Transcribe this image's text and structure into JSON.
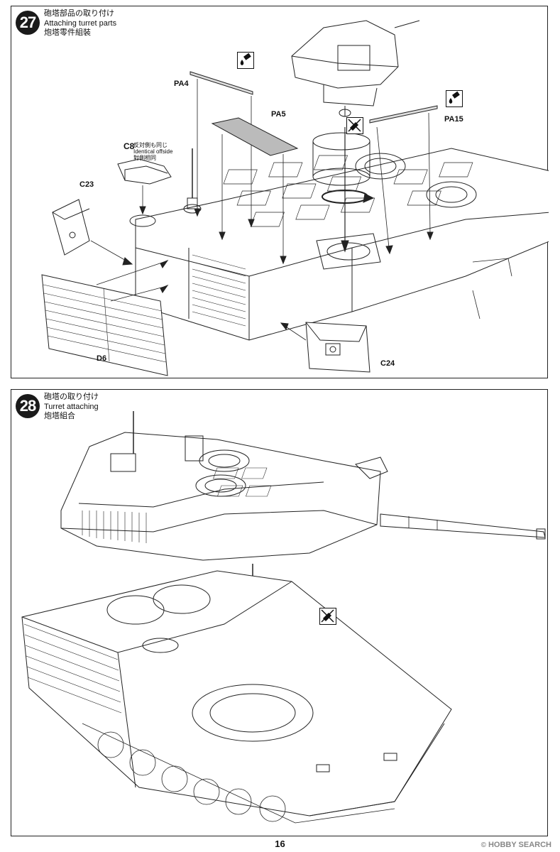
{
  "step27": {
    "number": "27",
    "title_ja": "砲塔部品の取り付け",
    "title_en": "Attaching turret parts",
    "title_zh": "炮塔零件組裝",
    "parts": {
      "pa4": "PA4",
      "pa5": "PA5",
      "pa15": "PA15",
      "c8": "C8",
      "c8_note_ja": "反対側も同じ",
      "c8_note_en": "Identical offside",
      "c8_note_zh": "對側相同",
      "c23": "C23",
      "c24": "C24",
      "d6": "D6"
    },
    "icons": [
      "cement-icon",
      "no-cement-icon"
    ]
  },
  "step28": {
    "number": "28",
    "title_ja": "砲塔の取り付け",
    "title_en": "Turret attaching",
    "title_zh": "炮塔組合",
    "icons": [
      "no-cement-icon"
    ]
  },
  "footer": {
    "page_number": "16",
    "watermark_copyright": "©",
    "watermark_text": "HOBBY SEARCH"
  }
}
